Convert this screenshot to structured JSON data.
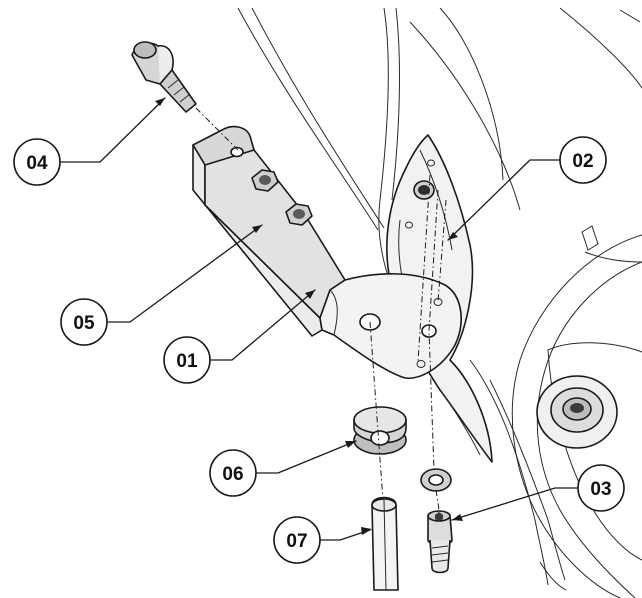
{
  "callouts": [
    {
      "id": "01",
      "label": "01"
    },
    {
      "id": "02",
      "label": "02"
    },
    {
      "id": "03",
      "label": "03"
    },
    {
      "id": "04",
      "label": "04"
    },
    {
      "id": "05",
      "label": "05"
    },
    {
      "id": "06",
      "label": "06"
    },
    {
      "id": "07",
      "label": "07"
    }
  ],
  "colors": {
    "line": "#1a1a1a",
    "part_fill": "#e6e6e6",
    "part_shade": "#bdbdbd",
    "dark": "#3a3a3a",
    "background": "#ffffff"
  }
}
